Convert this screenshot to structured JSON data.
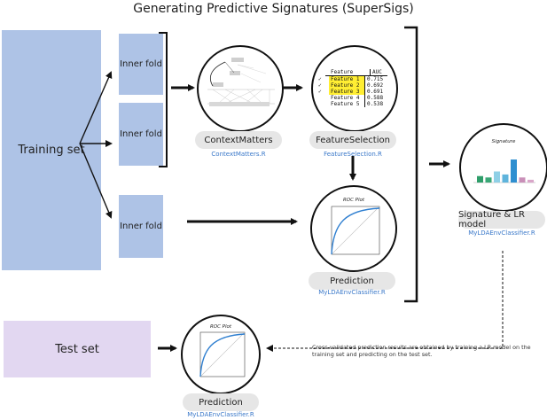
{
  "title": "Generating Predictive Signatures (SuperSigs)",
  "training_set_label": "Training set",
  "test_set_label": "Test set",
  "inner_folds": [
    "Inner fold",
    "Inner fold",
    "Inner fold"
  ],
  "context_matters": {
    "label": "ContextMatters",
    "file": "ContextMatters.R"
  },
  "feature_selection": {
    "label": "FeatureSelection",
    "file": "FeatureSelection.R",
    "table": {
      "headers": [
        "Feature",
        "AUC"
      ],
      "rows": [
        {
          "feature": "Feature 1",
          "auc": "0.715",
          "selected": true
        },
        {
          "feature": "Feature 2",
          "auc": "0.692",
          "selected": true
        },
        {
          "feature": "Feature 3",
          "auc": "0.691",
          "selected": true
        },
        {
          "feature": "Feature 4",
          "auc": "0.588",
          "selected": false
        },
        {
          "feature": "Feature 5",
          "auc": "0.538",
          "selected": false
        }
      ]
    }
  },
  "prediction_inner": {
    "label": "Prediction",
    "file": "MyLDAEnvClassifier.R",
    "plot_title": "ROC Plot"
  },
  "signature": {
    "label": "Signature & LR model",
    "file": "MyLDAEnvClassifier.R",
    "plot_title": "Signature",
    "bars": [
      {
        "value": 0.28,
        "color": "#2f9e6a"
      },
      {
        "value": 0.22,
        "color": "#3aa776"
      },
      {
        "value": 0.48,
        "color": "#8fd0e6"
      },
      {
        "value": 0.35,
        "color": "#5fb4dc"
      },
      {
        "value": 1.0,
        "color": "#2e8fd0"
      },
      {
        "value": 0.22,
        "color": "#c98fb8"
      },
      {
        "value": 0.12,
        "color": "#d9a6c9"
      }
    ]
  },
  "prediction_test": {
    "label": "Prediction",
    "file": "MyLDAEnvClassifier.R",
    "plot_title": "ROC Plot"
  },
  "note": "Cross-validated prediction results are obtained by training a LR model on the training set and predicting on the test set.",
  "colors": {
    "training": "#aec3e6",
    "test": "#e2d7f1",
    "highlight": "#ffee33",
    "link": "#3a78c9",
    "roc": "#2f7fd0"
  }
}
